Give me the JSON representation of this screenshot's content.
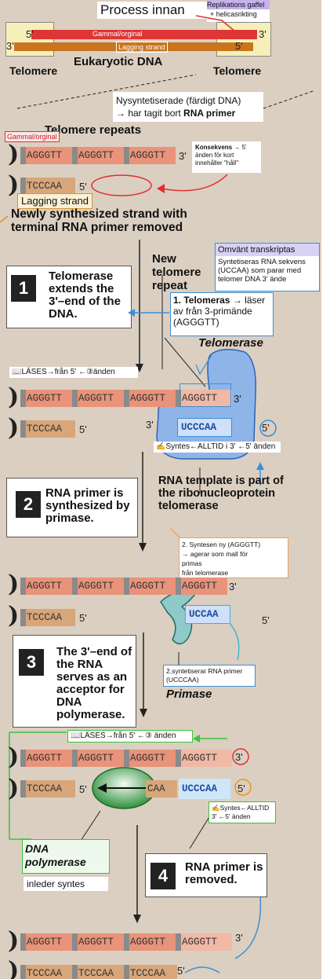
{
  "top": {
    "title": "Process innan",
    "fork_label_1": "Replikations gaffel",
    "fork_label_2": "helicasrikting",
    "old_strand_label": "Gammal/orginal",
    "lagging_label": "Lagging strand",
    "eukaryotic_dna": "Eukaryotic DNA",
    "telomere_left": "Telomere",
    "telomere_right": "Telomere",
    "end_5": "5'",
    "end_3": "3'"
  },
  "new_synth_note": {
    "line1": "Nysyntetiserade (färdigt DNA)",
    "line2": "→ har tagit bort ",
    "line2_bold": "RNA primer"
  },
  "telomere_repeats": "Telomere repeats",
  "consequence_note": {
    "bold": "Konsekvens",
    "rest": " → 5' änden för kort innehåller \"håll\""
  },
  "old_label_small": "Gammal/orginal",
  "lagging_box": "Lagging strand",
  "newly_synth": {
    "line1": "Newly synthesized strand with",
    "line2": "terminal RNA primer removed"
  },
  "rev_transcriptase": {
    "title": "Omvänt transkriptas",
    "body": "Syntetiseras RNA sekvens (UCCAA) som parar med telomer DNA 3' ände"
  },
  "new_telomere_repeat": "New telomere repeat",
  "step1": {
    "num": "1",
    "text": "Telomerase extends the 3'–end of the DNA."
  },
  "telomeras_note": {
    "bold": "1. Telomeras",
    "rest": " → läser av från 3-primände (AGGGTT)"
  },
  "telomerase_label": "Telomerase",
  "reads_note_1": "📖LÄSES→från 5' ←③änden",
  "strand_top": [
    "AGGGTT",
    "AGGGTT",
    "AGGGTT"
  ],
  "ext_agggtt": "AGGGTT",
  "strand_bottom": [
    "TCCCAA"
  ],
  "rna_template_seq": "UCCCAA",
  "synth_note_1": "✍Syntes←ALLTID i 3' ←5' änden",
  "rna_template_text": "RNA template is part of the ribonucleoprotein telomerase",
  "step2": {
    "num": "2",
    "text": "RNA primer is synthesized by primase."
  },
  "synth_ny_note": {
    "line1": "2. Syntesen ny (AGGGTT)",
    "line2": "→ agerar som mall för",
    "line3": "primas",
    "line4": "från telomerase"
  },
  "primer_seq_partial": "UCCAA",
  "step3": {
    "num": "3",
    "text": "The 3'–end of the RNA serves as an acceptor for DNA polymerase."
  },
  "primase_note": "2.syntetiserar RNA primer (UCCCAA)",
  "primase_label": "Primase",
  "reads_note_2": "📖LÄSES→från 5' ←③ änden",
  "caa_seq": "CAA",
  "ucccaa_blue": "UCCCAA",
  "synth_note_2": "✍Syntes←ALLTID 3' ←5' änden",
  "dna_polymerase": "DNA polymerase",
  "inleder_syntes": "inleder syntes",
  "step4": {
    "num": "4",
    "text": "RNA primer is removed."
  },
  "final_top": [
    "AGGGTT",
    "AGGGTT",
    "AGGGTT",
    "AGGGTT"
  ],
  "final_bottom": [
    "TCCCAA",
    "TCCCAA",
    "TCCCAA"
  ],
  "colors": {
    "panel": "#dbcfc1",
    "dna_salmon": "#e8937a",
    "lagging_tan": "#d8a679",
    "telomerase_blue": "#8fb5e8",
    "primase_teal": "#8fc9c9",
    "polymerase_green": "#3a9a4a",
    "annot_red": "#e03030",
    "annot_blue": "#3b8fd8",
    "annot_green": "#3cc23c"
  }
}
